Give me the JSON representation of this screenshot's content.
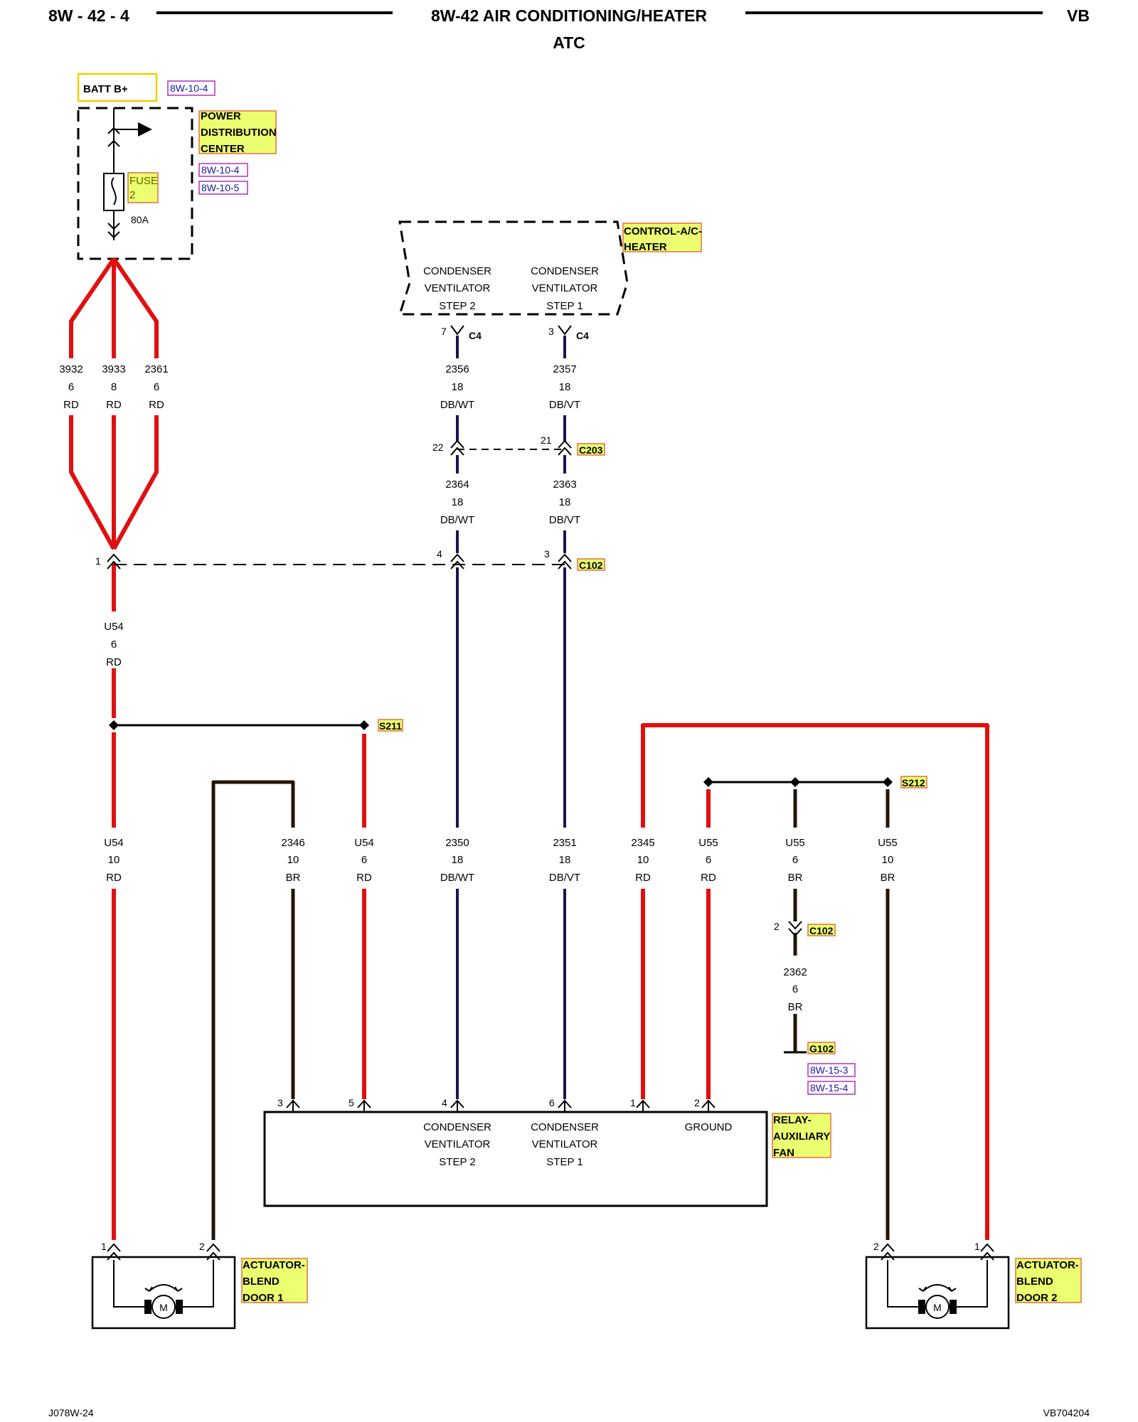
{
  "header": {
    "page_number": "8W - 42 - 4",
    "title": "8W-42 AIR CONDITIONING/HEATER",
    "subtitle": "ATC",
    "model_code": "VB"
  },
  "footer": {
    "left_code": "J078W-24",
    "right_code": "VB704204"
  },
  "colors": {
    "rd": "#e01010",
    "br": "#241408",
    "db": "#1a1550",
    "callout_fill": "#ebff70",
    "callout_border": "#e07040",
    "ref_border": "#b030c0",
    "ref_text": "#1a1aa0"
  },
  "batt": {
    "label": "BATT B+",
    "ref": "8W-10-4"
  },
  "pdc": {
    "name_lines": [
      "POWER",
      "DISTRIBUTION",
      "CENTER"
    ],
    "refs": [
      "8W-10-4",
      "8W-10-5"
    ],
    "fuse_lines": [
      "FUSE",
      "2"
    ],
    "fuse_rating": "80A"
  },
  "control": {
    "name_lines": [
      "CONTROL-A/C-",
      "HEATER"
    ],
    "out2": [
      "CONDENSER",
      "VENTILATOR",
      "STEP 2"
    ],
    "out1": [
      "CONDENSER",
      "VENTILATOR",
      "STEP 1"
    ],
    "pin_left": "7",
    "pin_right": "3",
    "connector": "C4"
  },
  "wires_top": [
    {
      "circuit": "3932",
      "gauge": "6",
      "color": "RD"
    },
    {
      "circuit": "3933",
      "gauge": "8",
      "color": "RD"
    },
    {
      "circuit": "2361",
      "gauge": "6",
      "color": "RD"
    },
    {
      "circuit": "2356",
      "gauge": "18",
      "color": "DB/WT"
    },
    {
      "circuit": "2357",
      "gauge": "18",
      "color": "DB/VT"
    }
  ],
  "c203": {
    "name": "C203",
    "pin_left": "22",
    "pin_right": "21"
  },
  "wires_mid": [
    {
      "circuit": "2364",
      "gauge": "18",
      "color": "DB/WT"
    },
    {
      "circuit": "2363",
      "gauge": "18",
      "color": "DB/VT"
    }
  ],
  "c102_main": {
    "name": "C102",
    "pin_a": "1",
    "pin_b": "4",
    "pin_c": "3"
  },
  "wire_u54_top": {
    "circuit": "U54",
    "gauge": "6",
    "color": "RD"
  },
  "splices": {
    "s211": "S211",
    "s212": "S212"
  },
  "wires_bottom": [
    {
      "circuit": "U54",
      "gauge": "10",
      "color": "RD"
    },
    {
      "circuit": "2346",
      "gauge": "10",
      "color": "BR"
    },
    {
      "circuit": "U54",
      "gauge": "6",
      "color": "RD"
    },
    {
      "circuit": "2350",
      "gauge": "18",
      "color": "DB/WT"
    },
    {
      "circuit": "2351",
      "gauge": "18",
      "color": "DB/VT"
    },
    {
      "circuit": "2345",
      "gauge": "10",
      "color": "RD"
    },
    {
      "circuit": "U55",
      "gauge": "6",
      "color": "RD"
    },
    {
      "circuit": "U55",
      "gauge": "6",
      "color": "BR"
    },
    {
      "circuit": "U55",
      "gauge": "10",
      "color": "BR"
    }
  ],
  "c102_ground": {
    "name": "C102",
    "pin": "2"
  },
  "wire_ground": {
    "circuit": "2362",
    "gauge": "6",
    "color": "BR"
  },
  "ground": {
    "name": "G102",
    "refs": [
      "8W-15-3",
      "8W-15-4"
    ]
  },
  "relay": {
    "name_lines": [
      "RELAY-",
      "AUXILIARY",
      "FAN"
    ],
    "pins": [
      "3",
      "5",
      "4",
      "6",
      "1",
      "2"
    ],
    "step2": [
      "CONDENSER",
      "VENTILATOR",
      "STEP 2"
    ],
    "step1": [
      "CONDENSER",
      "VENTILATOR",
      "STEP 1"
    ],
    "ground_label": "GROUND"
  },
  "actuator1": {
    "name_lines": [
      "ACTUATOR-",
      "BLEND",
      "DOOR 1"
    ],
    "pin_a": "1",
    "pin_b": "2",
    "motor_symbol": "M"
  },
  "actuator2": {
    "name_lines": [
      "ACTUATOR-",
      "BLEND",
      "DOOR 2"
    ],
    "pin_a": "2",
    "pin_b": "1",
    "motor_symbol": "M"
  }
}
